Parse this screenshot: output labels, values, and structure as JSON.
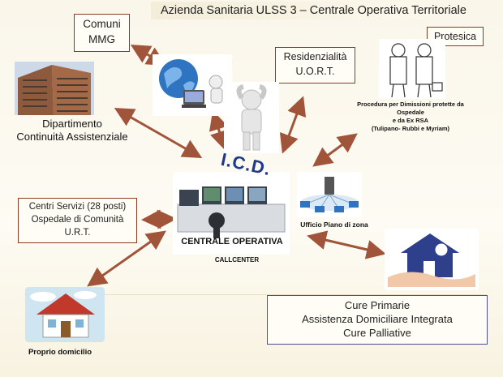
{
  "title": "Azienda Sanitaria ULSS 3 – Centrale Operativa Territoriale",
  "boxes": {
    "comuni_line1": "Comuni",
    "comuni_line2": "MMG",
    "residenzialita_line1": "Residenzialità",
    "residenzialita_line2": "U.O.R.T.",
    "protesica": "Protesica",
    "centri_line1": "Centri Servizi (28 posti)",
    "centri_line2": "Ospedale di Comunità",
    "centri_line3": "U.R.T.",
    "cure_line1": "Cure Primarie",
    "cure_line2": "Assistenza Domiciliare Integrata",
    "cure_line3": "Cure Palliative"
  },
  "labels": {
    "dipartimento_line1": "Dipartimento",
    "dipartimento_line2": "Continuità Assistenziale",
    "procedura_line1": "Procedura per Dimissioni protette da",
    "procedura_line2": "Ospedale",
    "procedura_line3": "e da Ex RSA",
    "procedura_line4": "(Tulipano- Rubbi e Myriam)",
    "ufficio": "Ufficio Piano di zona",
    "icd": "I.C.D.",
    "centrale": "CENTRALE OPERATIVA",
    "callcenter": "CALLCENTER",
    "domicilio": "Proprio domicilio"
  },
  "colors": {
    "arrow": "#a0543a",
    "box_border_red": "#8b3b1f",
    "box_border_blue": "#4b4b9a",
    "icd_blue": "#1f3a8a"
  }
}
